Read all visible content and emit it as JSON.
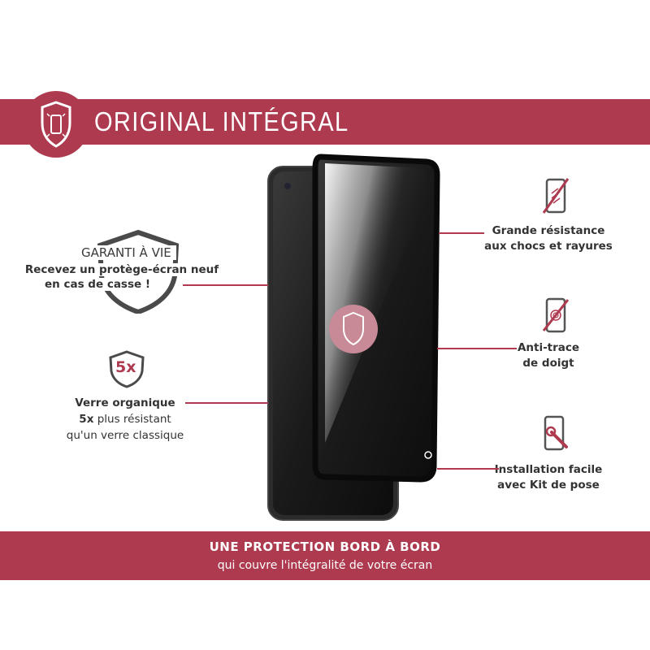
{
  "header": {
    "title": "ORIGINAL INTÉGRAL"
  },
  "left": {
    "garanti": {
      "title": "GARANTI À VIE",
      "line1": "Recevez un protège-écran neuf",
      "line2": "en cas de casse !"
    },
    "verre": {
      "badge": "5x",
      "line1": "Verre organique",
      "line2_bold": "5x",
      "line2_rest": " plus résistant",
      "line3": "qu'un verre classique"
    }
  },
  "right": {
    "resistance": {
      "line1": "Grande résistance",
      "line2": "aux chocs et rayures"
    },
    "antitrace": {
      "line1": "Anti-trace",
      "line2": "de doigt"
    },
    "install": {
      "line1": "Installation facile",
      "line2": "avec Kit de pose"
    }
  },
  "footer": {
    "title": "UNE PROTECTION BORD À BORD",
    "subtitle": "qui couvre l'intégralité de votre écran"
  },
  "colors": {
    "accent": "#ad3a4f",
    "text": "#333333",
    "band_text": "#ffffff"
  },
  "icons": [
    "shield-phone-icon",
    "shield-outline-icon",
    "shield-5x-icon",
    "scratch-phone-icon",
    "fingerprint-phone-icon",
    "wrench-phone-icon"
  ]
}
